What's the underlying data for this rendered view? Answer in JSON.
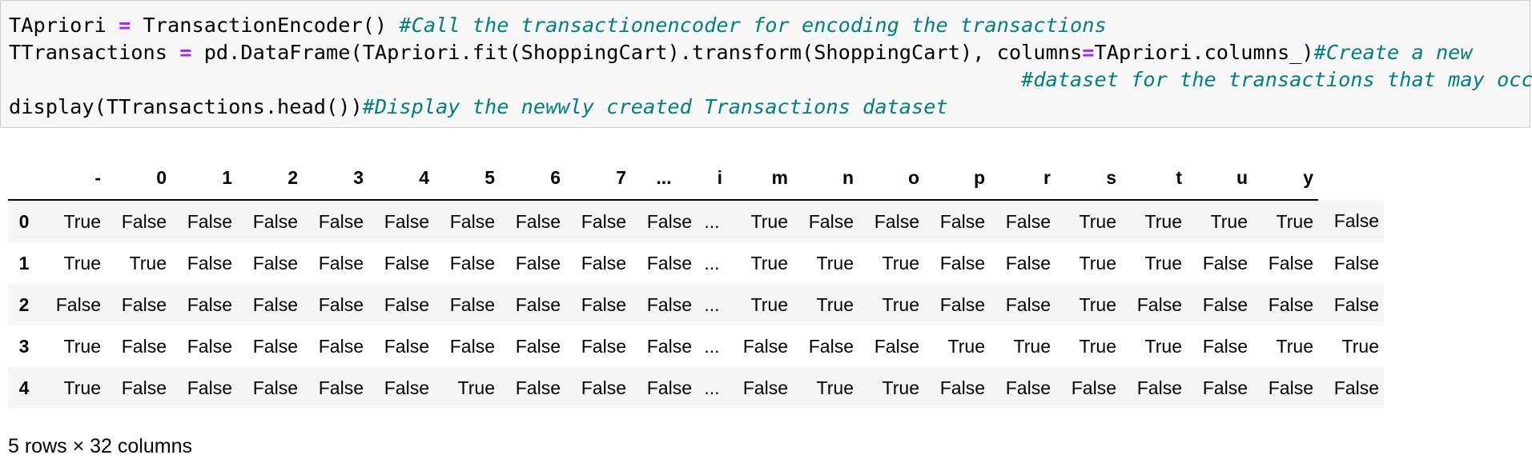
{
  "code_cell": {
    "lines": [
      [
        {
          "text": "TApriori ",
          "cls": ""
        },
        {
          "text": "=",
          "cls": "op"
        },
        {
          "text": " TransactionEncoder() ",
          "cls": ""
        },
        {
          "text": "#Call the transactionencoder for encoding the transactions",
          "cls": "cm"
        }
      ],
      [
        {
          "text": "TTransactions ",
          "cls": ""
        },
        {
          "text": "=",
          "cls": "op"
        },
        {
          "text": " pd.DataFrame(TApriori.fit(ShoppingCart).transform(ShoppingCart), columns",
          "cls": ""
        },
        {
          "text": "=",
          "cls": "op"
        },
        {
          "text": "TApriori.columns_)",
          "cls": ""
        },
        {
          "text": "#Create a new",
          "cls": "cm"
        }
      ],
      [
        {
          "text": "                                                                                   ",
          "cls": ""
        },
        {
          "text": "#dataset for the transactions that may occur",
          "cls": "cm"
        }
      ],
      [
        {
          "text": "display(TTransactions.head())",
          "cls": ""
        },
        {
          "text": "#Display the newwly created Transactions dataset",
          "cls": "cm"
        }
      ]
    ]
  },
  "dataframe": {
    "columns": [
      "-",
      "0",
      "1",
      "2",
      "3",
      "4",
      "5",
      "6",
      "7",
      "...",
      "i",
      "m",
      "n",
      "o",
      "p",
      "r",
      "s",
      "t",
      "u",
      "y"
    ],
    "index": [
      "0",
      "1",
      "2",
      "3",
      "4"
    ],
    "rows": [
      [
        "True",
        "False",
        "False",
        "False",
        "False",
        "False",
        "False",
        "False",
        "False",
        "False",
        "...",
        "True",
        "False",
        "False",
        "False",
        "False",
        "True",
        "True",
        "True",
        "True",
        "False"
      ],
      [
        "True",
        "True",
        "False",
        "False",
        "False",
        "False",
        "False",
        "False",
        "False",
        "False",
        "...",
        "True",
        "True",
        "True",
        "False",
        "False",
        "True",
        "True",
        "False",
        "False",
        "False"
      ],
      [
        "False",
        "False",
        "False",
        "False",
        "False",
        "False",
        "False",
        "False",
        "False",
        "False",
        "...",
        "True",
        "True",
        "True",
        "False",
        "False",
        "True",
        "False",
        "False",
        "False",
        "False"
      ],
      [
        "True",
        "False",
        "False",
        "False",
        "False",
        "False",
        "False",
        "False",
        "False",
        "False",
        "...",
        "False",
        "False",
        "False",
        "True",
        "True",
        "True",
        "True",
        "False",
        "True",
        "True"
      ],
      [
        "True",
        "False",
        "False",
        "False",
        "False",
        "False",
        "True",
        "False",
        "False",
        "False",
        "...",
        "False",
        "True",
        "True",
        "False",
        "False",
        "False",
        "False",
        "False",
        "False",
        "False"
      ]
    ]
  },
  "shape_text": "5 rows × 32 columns"
}
